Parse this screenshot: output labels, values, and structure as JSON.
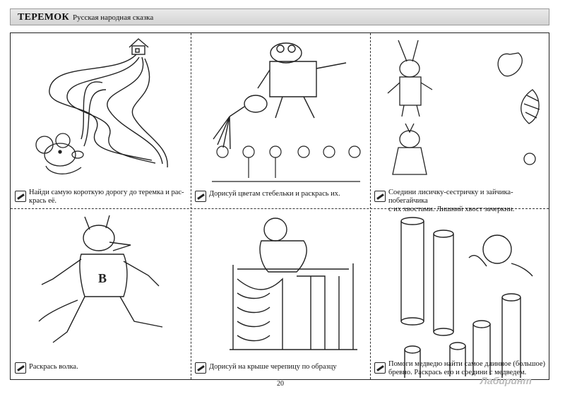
{
  "header": {
    "title": "ТЕРЕМОК",
    "subtitle": "Русская народная сказка"
  },
  "tasks": [
    {
      "caption_line1": "Найди самую короткую дорогу до теремка и рас-",
      "caption_line2": "крась её."
    },
    {
      "caption_line1": "Дорисуй цветам стебельки и раскрась их.",
      "caption_line2": ""
    },
    {
      "caption_line1": "Соедини лисичку-сестричку и зайчика-побегайчика",
      "caption_line2": "с их хвостами. Лишний хвост зачеркни."
    },
    {
      "caption_line1": "Раскрась волка.",
      "caption_line2": ""
    },
    {
      "caption_line1": "Дорисуй на крыше черепицу по образцу",
      "caption_line2": ""
    },
    {
      "caption_line1": "Помоги медведю найти самое длинное (большое)",
      "caption_line2": "бревно. Раскрась его и соедини с медведем."
    }
  ],
  "page_number": "20",
  "watermark": "Лабиринт",
  "icons": [
    "pencil-icon"
  ]
}
